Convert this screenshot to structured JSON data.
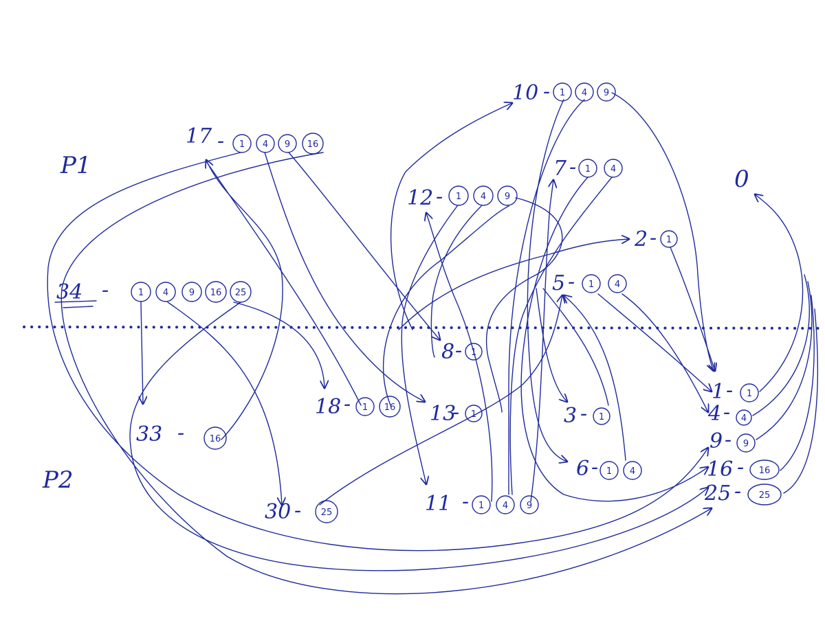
{
  "partitions": {
    "upper": "P1",
    "lower": "P2"
  },
  "sink": "0",
  "nodes": [
    {
      "id": "n34",
      "label": "34",
      "underlined": true,
      "terms": [
        "1",
        "4",
        "9",
        "16",
        "25"
      ]
    },
    {
      "id": "n17",
      "label": "17",
      "terms": [
        "1",
        "4",
        "9",
        "16"
      ]
    },
    {
      "id": "n10",
      "label": "10",
      "terms": [
        "1",
        "4",
        "9"
      ]
    },
    {
      "id": "n12",
      "label": "12",
      "terms": [
        "1",
        "4",
        "9"
      ]
    },
    {
      "id": "n7",
      "label": "7",
      "terms": [
        "1",
        "4"
      ]
    },
    {
      "id": "n2",
      "label": "2",
      "terms": [
        "1"
      ]
    },
    {
      "id": "n5",
      "label": "5",
      "terms": [
        "1",
        "4"
      ]
    },
    {
      "id": "n8",
      "label": "8",
      "terms": [
        "1"
      ]
    },
    {
      "id": "n18",
      "label": "18",
      "terms": [
        "1",
        "16"
      ]
    },
    {
      "id": "n13",
      "label": "13",
      "terms": [
        "1"
      ]
    },
    {
      "id": "n33",
      "label": "33",
      "terms": [
        "16"
      ]
    },
    {
      "id": "n30",
      "label": "30",
      "terms": [
        "25"
      ]
    },
    {
      "id": "n11",
      "label": "11",
      "terms": [
        "1",
        "4",
        "9"
      ]
    },
    {
      "id": "n3",
      "label": "3",
      "terms": [
        "1"
      ]
    },
    {
      "id": "n6",
      "label": "6",
      "terms": [
        "1",
        "4"
      ]
    },
    {
      "id": "n1",
      "label": "1",
      "terms": [
        "1"
      ]
    },
    {
      "id": "n4",
      "label": "4",
      "terms": [
        "4"
      ]
    },
    {
      "id": "n9",
      "label": "9",
      "terms": [
        "9"
      ]
    },
    {
      "id": "n16",
      "label": "16",
      "terms": [
        "16"
      ]
    },
    {
      "id": "n25",
      "label": "25",
      "terms": [
        "25"
      ]
    }
  ],
  "colors": {
    "ink": "#1f2a9c",
    "paper": "#ffffff"
  }
}
